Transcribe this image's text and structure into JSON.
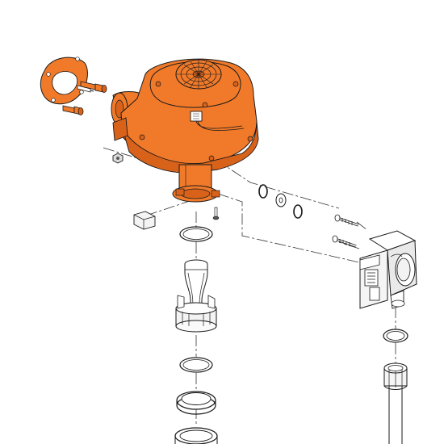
{
  "diagram": {
    "type": "exploded-parts-view",
    "highlight_color": "#f07a2a",
    "highlight_shade": "#d9621a",
    "line_color": "#1a1a1a",
    "parts": [
      {
        "name": "fan-blower-assembly",
        "highlighted": true
      },
      {
        "name": "mounting-gasket-plate",
        "highlighted": true
      },
      {
        "name": "fan-mounting-screws",
        "highlighted": true
      },
      {
        "name": "hex-nut",
        "highlighted": false
      },
      {
        "name": "sensor-clip",
        "highlighted": false
      },
      {
        "name": "small-screw",
        "highlighted": false
      },
      {
        "name": "o-ring-seals",
        "highlighted": false
      },
      {
        "name": "venturi-mixer",
        "highlighted": false
      },
      {
        "name": "gas-valve",
        "highlighted": false
      },
      {
        "name": "valve-screws",
        "highlighted": false
      },
      {
        "name": "gas-pipe-connector",
        "highlighted": false
      }
    ]
  }
}
